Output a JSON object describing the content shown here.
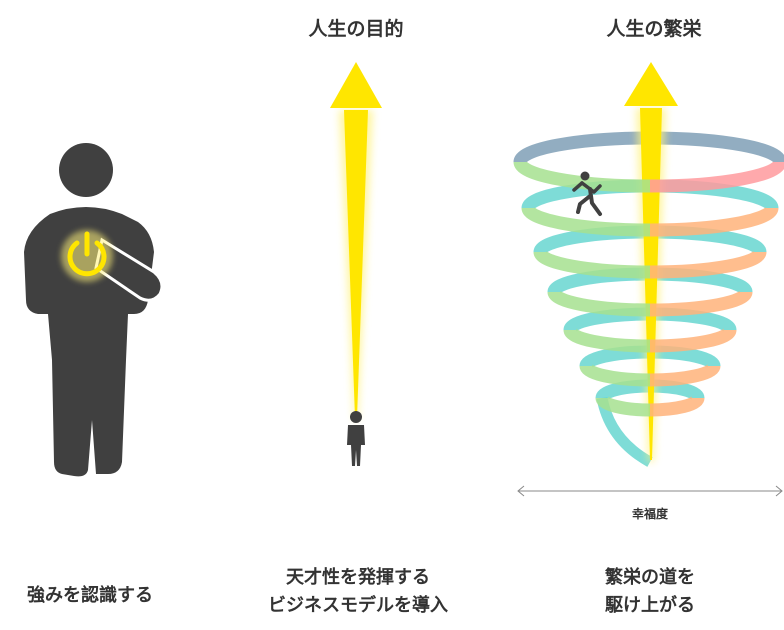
{
  "panels": [
    {
      "title": "",
      "caption_lines": [
        "強みを認識する"
      ],
      "icon": "person-with-power-symbol-icon"
    },
    {
      "title": "人生の目的",
      "caption_lines": [
        "天才性を発揮する",
        "ビジネスモデルを導入"
      ],
      "icon": "upward-arrow-with-person-icon"
    },
    {
      "title": "人生の繁栄",
      "caption_lines": [
        "繁栄の道を",
        "駆け上がる"
      ],
      "icon": "upward-spiral-with-runner-icon",
      "axis_label": "幸福度"
    }
  ],
  "colors": {
    "figure": "#404040",
    "accent_yellow": "#ffe600",
    "glow_yellow": "#fff27a",
    "spiral_left": "#67d6d0",
    "spiral_left_top": "#7f9fb6",
    "spiral_mid": "#a6e08f",
    "spiral_right": "#ffb37a",
    "spiral_right_top": "#ff9a9e",
    "axis": "#888888",
    "text": "#333333"
  }
}
